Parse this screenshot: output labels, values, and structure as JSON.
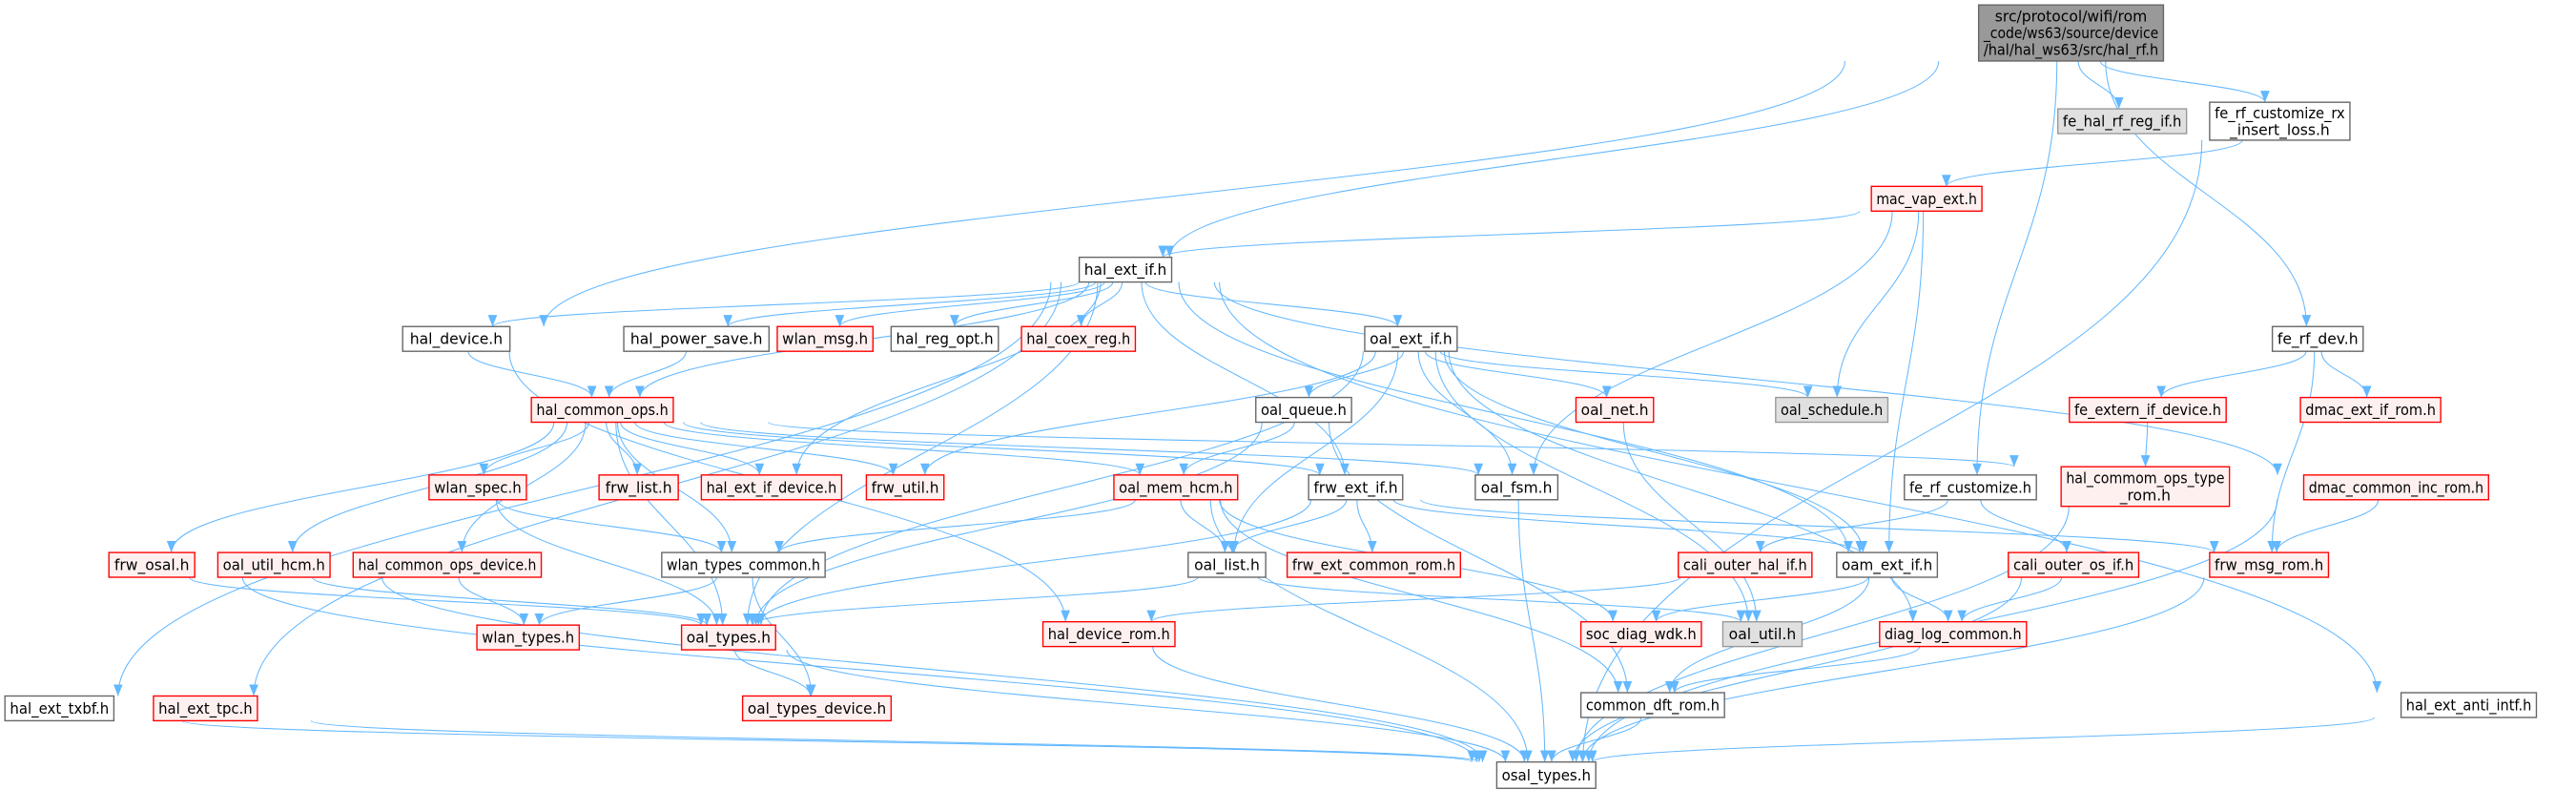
{
  "colors": {
    "edge": "#63b8ff",
    "root_fill": "#999999",
    "root_stroke": "#666666",
    "red_fill": "#fff0f0",
    "red_stroke": "#ff0000",
    "gray_fill": "#e0e0e0",
    "gray_stroke": "#999999",
    "plain_fill": "#ffffff",
    "plain_stroke": "#666666"
  },
  "graph": {
    "nodes": {
      "root": {
        "kind": "root",
        "lines": [
          "src/protocol/wifi/rom",
          "_code/ws63/source/device",
          "/hal/hal_ws63/src/hal_rf.h"
        ]
      },
      "fe_hal_rf_reg_if": {
        "kind": "gray",
        "lines": [
          "fe_hal_rf_reg_if.h"
        ]
      },
      "fe_rf_customize_rx": {
        "kind": "plain",
        "lines": [
          "fe_rf_customize_rx",
          "_insert_loss.h"
        ]
      },
      "mac_vap_ext": {
        "kind": "red",
        "lines": [
          "mac_vap_ext.h"
        ]
      },
      "hal_ext_if": {
        "kind": "plain",
        "lines": [
          "hal_ext_if.h"
        ]
      },
      "hal_device": {
        "kind": "plain",
        "lines": [
          "hal_device.h"
        ]
      },
      "hal_power_save": {
        "kind": "plain",
        "lines": [
          "hal_power_save.h"
        ]
      },
      "wlan_msg": {
        "kind": "red",
        "lines": [
          "wlan_msg.h"
        ]
      },
      "hal_reg_opt": {
        "kind": "plain",
        "lines": [
          "hal_reg_opt.h"
        ]
      },
      "hal_coex_reg": {
        "kind": "red",
        "lines": [
          "hal_coex_reg.h"
        ]
      },
      "oal_ext_if": {
        "kind": "plain",
        "lines": [
          "oal_ext_if.h"
        ]
      },
      "fe_rf_dev": {
        "kind": "plain",
        "lines": [
          "fe_rf_dev.h"
        ]
      },
      "hal_common_ops": {
        "kind": "red",
        "lines": [
          "hal_common_ops.h"
        ]
      },
      "oal_queue": {
        "kind": "plain",
        "lines": [
          "oal_queue.h"
        ]
      },
      "oal_net": {
        "kind": "red",
        "lines": [
          "oal_net.h"
        ]
      },
      "oal_schedule": {
        "kind": "gray",
        "lines": [
          "oal_schedule.h"
        ]
      },
      "fe_extern_if_device": {
        "kind": "red",
        "lines": [
          "fe_extern_if_device.h"
        ]
      },
      "dmac_ext_if_rom": {
        "kind": "red",
        "lines": [
          "dmac_ext_if_rom.h"
        ]
      },
      "wlan_spec": {
        "kind": "red",
        "lines": [
          "wlan_spec.h"
        ]
      },
      "frw_list": {
        "kind": "red",
        "lines": [
          "frw_list.h"
        ]
      },
      "hal_ext_if_device": {
        "kind": "red",
        "lines": [
          "hal_ext_if_device.h"
        ]
      },
      "frw_util": {
        "kind": "red",
        "lines": [
          "frw_util.h"
        ]
      },
      "oal_mem_hcm": {
        "kind": "red",
        "lines": [
          "oal_mem_hcm.h"
        ]
      },
      "frw_ext_if": {
        "kind": "plain",
        "lines": [
          "frw_ext_if.h"
        ]
      },
      "oal_fsm": {
        "kind": "plain",
        "lines": [
          "oal_fsm.h"
        ]
      },
      "fe_rf_customize": {
        "kind": "plain",
        "lines": [
          "fe_rf_customize.h"
        ]
      },
      "hal_commom_ops_type_rom": {
        "kind": "red",
        "lines": [
          "hal_commom_ops_type",
          "_rom.h"
        ]
      },
      "dmac_common_inc_rom": {
        "kind": "red",
        "lines": [
          "dmac_common_inc_rom.h"
        ]
      },
      "frw_osal": {
        "kind": "red",
        "lines": [
          "frw_osal.h"
        ]
      },
      "oal_util_hcm": {
        "kind": "red",
        "lines": [
          "oal_util_hcm.h"
        ]
      },
      "hal_common_ops_device": {
        "kind": "red",
        "lines": [
          "hal_common_ops_device.h"
        ]
      },
      "wlan_types_common": {
        "kind": "plain",
        "lines": [
          "wlan_types_common.h"
        ]
      },
      "oal_list": {
        "kind": "plain",
        "lines": [
          "oal_list.h"
        ]
      },
      "frw_ext_common_rom": {
        "kind": "red",
        "lines": [
          "frw_ext_common_rom.h"
        ]
      },
      "cali_outer_hal_if": {
        "kind": "red",
        "lines": [
          "cali_outer_hal_if.h"
        ]
      },
      "oam_ext_if": {
        "kind": "plain",
        "lines": [
          "oam_ext_if.h"
        ]
      },
      "cali_outer_os_if": {
        "kind": "red",
        "lines": [
          "cali_outer_os_if.h"
        ]
      },
      "frw_msg_rom": {
        "kind": "red",
        "lines": [
          "frw_msg_rom.h"
        ]
      },
      "wlan_types": {
        "kind": "red",
        "lines": [
          "wlan_types.h"
        ]
      },
      "oal_types": {
        "kind": "red",
        "lines": [
          "oal_types.h"
        ]
      },
      "hal_device_rom": {
        "kind": "red",
        "lines": [
          "hal_device_rom.h"
        ]
      },
      "soc_diag_wdk": {
        "kind": "red",
        "lines": [
          "soc_diag_wdk.h"
        ]
      },
      "oal_util": {
        "kind": "gray",
        "lines": [
          "oal_util.h"
        ]
      },
      "diag_log_common": {
        "kind": "red",
        "lines": [
          "diag_log_common.h"
        ]
      },
      "hal_ext_txbf": {
        "kind": "plain",
        "lines": [
          "hal_ext_txbf.h"
        ]
      },
      "hal_ext_tpc": {
        "kind": "red",
        "lines": [
          "hal_ext_tpc.h"
        ]
      },
      "oal_types_device": {
        "kind": "red",
        "lines": [
          "oal_types_device.h"
        ]
      },
      "common_dft_rom": {
        "kind": "plain",
        "lines": [
          "common_dft_rom.h"
        ]
      },
      "hal_ext_anti_intf": {
        "kind": "plain",
        "lines": [
          "hal_ext_anti_intf.h"
        ]
      },
      "osal_types": {
        "kind": "plain",
        "lines": [
          "osal_types.h"
        ]
      }
    },
    "edges": [
      [
        "root",
        "hal_ext_if"
      ],
      [
        "root",
        "hal_device"
      ],
      [
        "root",
        "fe_hal_rf_reg_if"
      ],
      [
        "root",
        "fe_rf_customize_rx"
      ],
      [
        "root",
        "fe_rf_customize"
      ],
      [
        "root",
        "fe_rf_dev"
      ],
      [
        "fe_rf_customize_rx",
        "mac_vap_ext"
      ],
      [
        "fe_rf_customize_rx",
        "osal_types"
      ],
      [
        "mac_vap_ext",
        "hal_ext_if"
      ],
      [
        "mac_vap_ext",
        "oal_schedule"
      ],
      [
        "mac_vap_ext",
        "oal_fsm"
      ],
      [
        "mac_vap_ext",
        "oam_ext_if"
      ],
      [
        "hal_ext_if",
        "hal_device"
      ],
      [
        "hal_ext_if",
        "hal_power_save"
      ],
      [
        "hal_ext_if",
        "wlan_msg"
      ],
      [
        "hal_ext_if",
        "hal_reg_opt"
      ],
      [
        "hal_ext_if",
        "hal_coex_reg"
      ],
      [
        "hal_ext_if",
        "oal_ext_if"
      ],
      [
        "hal_ext_if",
        "hal_common_ops"
      ],
      [
        "hal_ext_if",
        "hal_ext_if_device"
      ],
      [
        "hal_ext_if",
        "frw_ext_if"
      ],
      [
        "hal_ext_if",
        "oam_ext_if"
      ],
      [
        "hal_ext_if",
        "dmac_common_inc_rom"
      ],
      [
        "hal_ext_if",
        "hal_ext_anti_intf"
      ],
      [
        "hal_ext_if",
        "hal_ext_txbf"
      ],
      [
        "hal_ext_if",
        "hal_ext_tpc"
      ],
      [
        "hal_ext_if",
        "oal_types"
      ],
      [
        "hal_device",
        "hal_common_ops"
      ],
      [
        "hal_device",
        "hal_device_rom"
      ],
      [
        "hal_power_save",
        "hal_common_ops"
      ],
      [
        "oal_ext_if",
        "oal_queue"
      ],
      [
        "oal_ext_if",
        "oal_net"
      ],
      [
        "oal_ext_if",
        "oal_schedule"
      ],
      [
        "oal_ext_if",
        "oal_fsm"
      ],
      [
        "oal_ext_if",
        "oal_list"
      ],
      [
        "oal_ext_if",
        "oal_util"
      ],
      [
        "oal_ext_if",
        "frw_util"
      ],
      [
        "oal_ext_if",
        "oal_types"
      ],
      [
        "oal_ext_if",
        "oam_ext_if"
      ],
      [
        "oal_ext_if",
        "diag_log_common"
      ],
      [
        "fe_rf_dev",
        "fe_extern_if_device"
      ],
      [
        "fe_rf_dev",
        "dmac_ext_if_rom"
      ],
      [
        "fe_rf_dev",
        "frw_msg_rom"
      ],
      [
        "fe_extern_if_device",
        "hal_commom_ops_type_rom"
      ],
      [
        "hal_common_ops",
        "wlan_spec"
      ],
      [
        "hal_common_ops",
        "frw_list"
      ],
      [
        "hal_common_ops",
        "hal_ext_if_device"
      ],
      [
        "hal_common_ops",
        "frw_util"
      ],
      [
        "hal_common_ops",
        "oal_mem_hcm"
      ],
      [
        "hal_common_ops",
        "frw_ext_if"
      ],
      [
        "hal_common_ops",
        "oal_fsm"
      ],
      [
        "hal_common_ops",
        "hal_commom_ops_type_rom"
      ],
      [
        "hal_common_ops",
        "frw_osal"
      ],
      [
        "hal_common_ops",
        "oal_util_hcm"
      ],
      [
        "hal_common_ops",
        "hal_common_ops_device"
      ],
      [
        "hal_common_ops",
        "wlan_types_common"
      ],
      [
        "hal_common_ops",
        "oal_types"
      ],
      [
        "oal_queue",
        "oal_mem_hcm"
      ],
      [
        "oal_queue",
        "oal_types"
      ],
      [
        "oal_queue",
        "common_dft_rom"
      ],
      [
        "oal_net",
        "oal_util"
      ],
      [
        "wlan_spec",
        "wlan_types_common"
      ],
      [
        "wlan_spec",
        "oal_types"
      ],
      [
        "oal_mem_hcm",
        "oal_list"
      ],
      [
        "oal_mem_hcm",
        "wlan_types_common"
      ],
      [
        "oal_mem_hcm",
        "soc_diag_wdk"
      ],
      [
        "oal_mem_hcm",
        "common_dft_rom"
      ],
      [
        "oal_mem_hcm",
        "osal_types"
      ],
      [
        "frw_ext_if",
        "oal_list"
      ],
      [
        "frw_ext_if",
        "frw_ext_common_rom"
      ],
      [
        "frw_ext_if",
        "oal_types"
      ],
      [
        "frw_ext_if",
        "oam_ext_if"
      ],
      [
        "frw_ext_if",
        "frw_msg_rom"
      ],
      [
        "oal_fsm",
        "osal_types"
      ],
      [
        "fe_rf_customize",
        "cali_outer_hal_if"
      ],
      [
        "fe_rf_customize",
        "cali_outer_os_if"
      ],
      [
        "hal_commom_ops_type_rom",
        "osal_types"
      ],
      [
        "dmac_common_inc_rom",
        "frw_msg_rom"
      ],
      [
        "dmac_common_inc_rom",
        "osal_types"
      ],
      [
        "frw_osal",
        "oal_types"
      ],
      [
        "frw_osal",
        "osal_types"
      ],
      [
        "oal_util_hcm",
        "oal_types"
      ],
      [
        "oal_util_hcm",
        "osal_types"
      ],
      [
        "hal_common_ops_device",
        "wlan_types"
      ],
      [
        "wlan_types_common",
        "wlan_types"
      ],
      [
        "wlan_types_common",
        "oal_types_device"
      ],
      [
        "oal_list",
        "oal_types"
      ],
      [
        "oal_list",
        "oal_util"
      ],
      [
        "cali_outer_hal_if",
        "hal_device_rom"
      ],
      [
        "oam_ext_if",
        "soc_diag_wdk"
      ],
      [
        "oam_ext_if",
        "diag_log_common"
      ],
      [
        "oam_ext_if",
        "common_dft_rom"
      ],
      [
        "cali_outer_os_if",
        "diag_log_common"
      ],
      [
        "cali_outer_os_if",
        "osal_types"
      ],
      [
        "frw_msg_rom",
        "osal_types"
      ],
      [
        "oal_types",
        "oal_types_device"
      ],
      [
        "oal_types",
        "osal_types"
      ],
      [
        "hal_device_rom",
        "osal_types"
      ],
      [
        "diag_log_common",
        "common_dft_rom"
      ],
      [
        "common_dft_rom",
        "osal_types"
      ],
      [
        "hal_ext_txbf",
        "osal_types"
      ],
      [
        "hal_ext_tpc",
        "osal_types"
      ],
      [
        "hal_ext_anti_intf",
        "osal_types"
      ]
    ]
  }
}
